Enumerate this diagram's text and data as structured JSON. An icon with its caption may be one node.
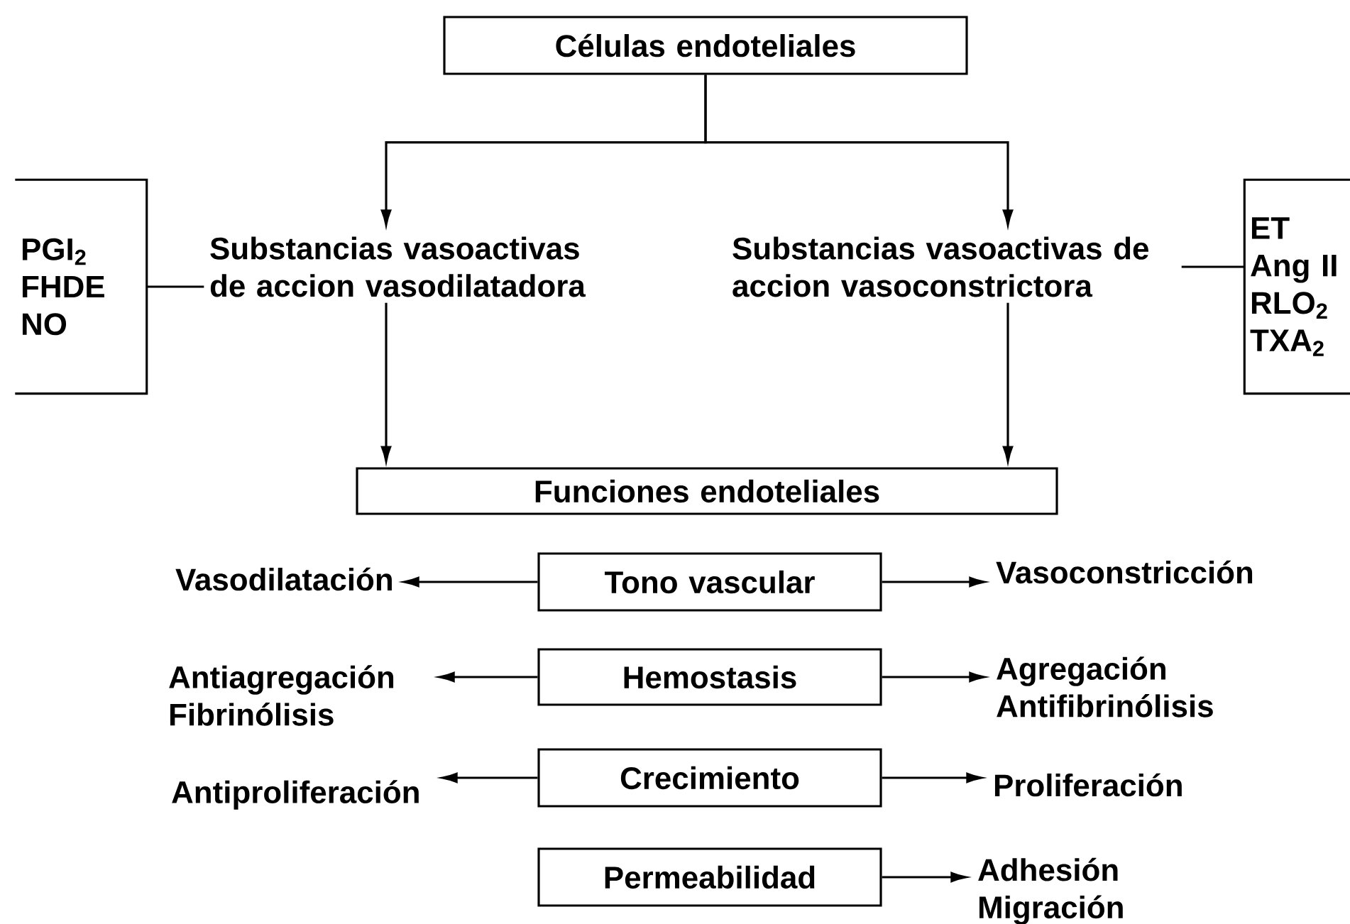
{
  "diagram": {
    "nodes": [
      {
        "text": [
          "Células endoteliales"
        ]
      },
      {
        "text": [
          "PGI$_{2}$",
          "FHDE",
          "NO"
        ]
      },
      {
        "text": [
          "Substancias vasoactivas de accion vasodilatadora"
        ]
      },
      {
        "text": [
          "Substancias vasoactivas de accion vasoconstrictora"
        ]
      },
      {
        "text": [
          "ET",
          "Ang II",
          "RLO$_{2}$",
          "TXA$_{2}$"
        ]
      },
      {
        "text": [
          "Funciones endoteliales"
        ]
      },
      {
        "text": [
          "Vasodilatación"
        ]
      },
      {
        "text": [
          "Tono vascular"
        ]
      },
      {
        "text": [
          "Vasoconstricción"
        ]
      },
      {
        "text": [
          "Antiagregación",
          "Fibrinólisis"
        ]
      },
      {
        "text": [
          "Hemostasis"
        ]
      },
      {
        "text": [
          "Agregación",
          "Antifibrinólisis"
        ]
      },
      {
        "text": [
          "Antiproliferación"
        ]
      },
      {
        "text": [
          "Crecimiento"
        ]
      },
      {
        "text": [
          "Proliferación"
        ]
      },
      {
        "text": [
          "Permeabilidad"
        ]
      },
      {
        "text": [
          "Adhesión",
          "Migración"
        ]
      }
    ],
    "edges": [
      {
        "from": 0,
        "to": 2,
        "arrow": "to"
      },
      {
        "from": 0,
        "to": 3,
        "arrow": "to"
      },
      {
        "from": 1,
        "to": 2,
        "arrow": "none"
      },
      {
        "from": 3,
        "to": 4,
        "arrow": "none"
      },
      {
        "from": 2,
        "to": 5,
        "arrow": "to"
      },
      {
        "from": 3,
        "to": 5,
        "arrow": "to"
      },
      {
        "from": 7,
        "to": 6,
        "arrow": "to"
      },
      {
        "from": 7,
        "to": 8,
        "arrow": "to"
      },
      {
        "from": 10,
        "to": 9,
        "arrow": "to"
      },
      {
        "from": 10,
        "to": 11,
        "arrow": "to"
      },
      {
        "from": 13,
        "to": 12,
        "arrow": "to"
      },
      {
        "from": 13,
        "to": 14,
        "arrow": "to"
      },
      {
        "from": 15,
        "to": 16,
        "arrow": "to"
      }
    ]
  }
}
